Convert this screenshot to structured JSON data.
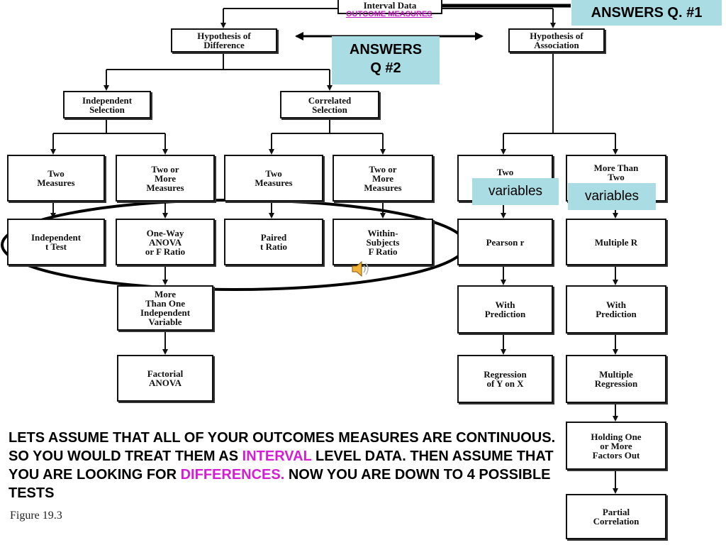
{
  "nodes": {
    "interval_data": "Interval Data",
    "hyp_difference": "Hypothesis of\nDifference",
    "hyp_association": "Hypothesis of\nAssociation",
    "independent_selection": "Independent\nSelection",
    "correlated_selection": "Correlated\nSelection",
    "two_measures_a": "Two\nMeasures",
    "two_or_more_a": "Two or\nMore\nMeasures",
    "two_measures_b": "Two\nMeasures",
    "two_or_more_b": "Two or\nMore\nMeasures",
    "two": "Two",
    "more_than_two": "More Than\nTwo",
    "independent_t": "Independent\nt Test",
    "one_way_anova": "One-Way\nANOVA\nor F Ratio",
    "paired_t": "Paired\nt Ratio",
    "within_subjects": "Within-\nSubjects\nF Ratio",
    "pearson_r": "Pearson r",
    "multiple_r": "Multiple R",
    "more_than_one_iv": "More\nThan One\nIndependent\nVariable",
    "with_prediction_a": "With\nPrediction",
    "with_prediction_b": "With\nPrediction",
    "factorial_anova": "Factorial\nANOVA",
    "regression_y_on_x": "Regression\nof Y on X",
    "multiple_regression": "Multiple\nRegression",
    "holding_one_out": "Holding One\nor More\nFactors Out",
    "partial_correlation": "Partial\nCorrelation"
  },
  "annotations": {
    "outcome_measures": "OUTCOME MEASURES",
    "answers_q1": "ANSWERS Q. #1",
    "answers_q2": "ANSWERS\nQ #2",
    "variables_1": "variables",
    "variables_2": "variables"
  },
  "bottom_text": {
    "part1": "LETS ASSUME THAT ALL OF YOUR OUTCOMES MEASURES ARE CONTINUOUS. SO YOU WOULD TREAT THEM AS ",
    "interval": "INTERVAL",
    "part2": " LEVEL DATA. THEN ASSUME THAT YOU ARE LOOKING FOR ",
    "differences": "DIFFERENCES.",
    "part3": " NOW YOU ARE DOWN TO 4 POSSIBLE TESTS"
  },
  "figure_caption": "Figure 19.3",
  "icons": {
    "speaker": "speaker-icon"
  },
  "colors": {
    "callout_bg": "#a9dde3",
    "highlight": "#d41ed4",
    "link": "#c21bc2"
  }
}
